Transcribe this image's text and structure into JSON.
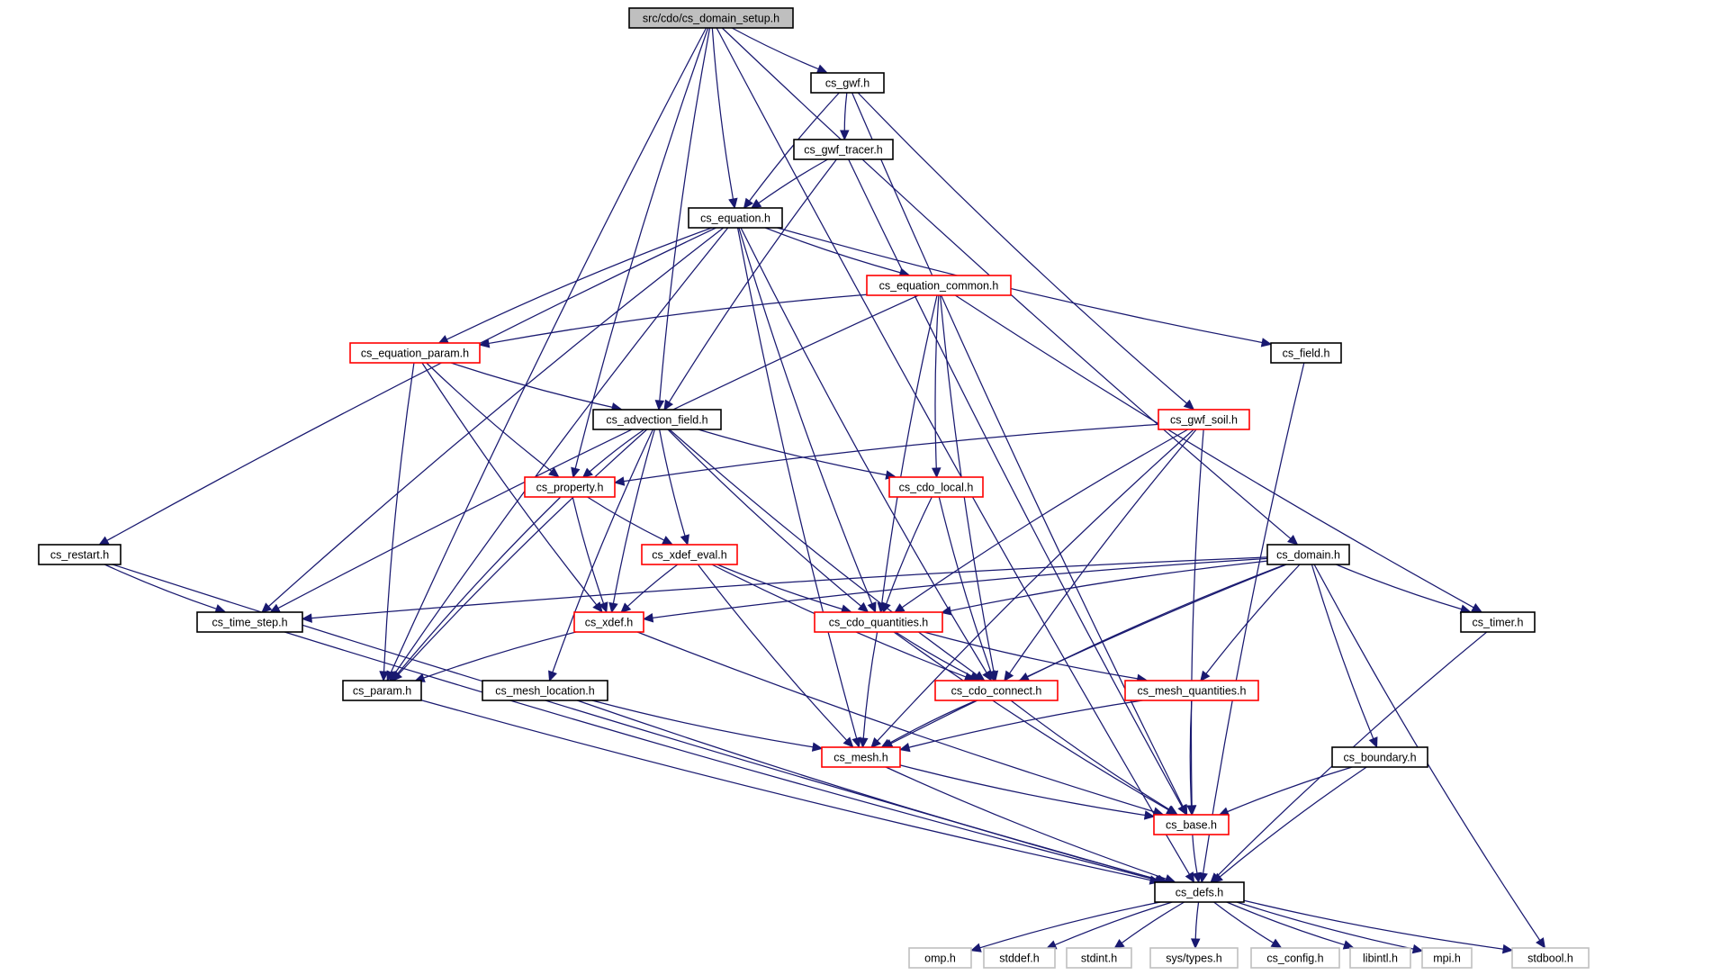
{
  "title": "src/cdo/cs_domain_setup.h",
  "colors": {
    "edge": "#191970",
    "root_fill": "#bfbfbf",
    "root_border": "#000000",
    "normal_border": "#000000",
    "truncated_border": "#ff0000",
    "external_border": "#bfbfbf",
    "background": "#ffffff"
  },
  "nodes": [
    {
      "id": "domain_setup",
      "label": "src/cdo/cs_domain_setup.h",
      "kind": "root"
    },
    {
      "id": "gwf",
      "label": "cs_gwf.h",
      "kind": "normal"
    },
    {
      "id": "gwf_tracer",
      "label": "cs_gwf_tracer.h",
      "kind": "normal"
    },
    {
      "id": "equation",
      "label": "cs_equation.h",
      "kind": "normal"
    },
    {
      "id": "equation_common",
      "label": "cs_equation_common.h",
      "kind": "truncated"
    },
    {
      "id": "equation_param",
      "label": "cs_equation_param.h",
      "kind": "truncated"
    },
    {
      "id": "field",
      "label": "cs_field.h",
      "kind": "normal"
    },
    {
      "id": "advection_field",
      "label": "cs_advection_field.h",
      "kind": "normal"
    },
    {
      "id": "gwf_soil",
      "label": "cs_gwf_soil.h",
      "kind": "truncated"
    },
    {
      "id": "property",
      "label": "cs_property.h",
      "kind": "truncated"
    },
    {
      "id": "cdo_local",
      "label": "cs_cdo_local.h",
      "kind": "truncated"
    },
    {
      "id": "restart",
      "label": "cs_restart.h",
      "kind": "normal"
    },
    {
      "id": "xdef_eval",
      "label": "cs_xdef_eval.h",
      "kind": "truncated"
    },
    {
      "id": "domain",
      "label": "cs_domain.h",
      "kind": "normal"
    },
    {
      "id": "time_step",
      "label": "cs_time_step.h",
      "kind": "normal"
    },
    {
      "id": "xdef",
      "label": "cs_xdef.h",
      "kind": "truncated"
    },
    {
      "id": "cdo_quantities",
      "label": "cs_cdo_quantities.h",
      "kind": "truncated"
    },
    {
      "id": "timer",
      "label": "cs_timer.h",
      "kind": "normal"
    },
    {
      "id": "param",
      "label": "cs_param.h",
      "kind": "normal"
    },
    {
      "id": "mesh_location",
      "label": "cs_mesh_location.h",
      "kind": "normal"
    },
    {
      "id": "cdo_connect",
      "label": "cs_cdo_connect.h",
      "kind": "truncated"
    },
    {
      "id": "mesh_quantities",
      "label": "cs_mesh_quantities.h",
      "kind": "truncated"
    },
    {
      "id": "mesh",
      "label": "cs_mesh.h",
      "kind": "truncated"
    },
    {
      "id": "boundary",
      "label": "cs_boundary.h",
      "kind": "normal"
    },
    {
      "id": "base",
      "label": "cs_base.h",
      "kind": "truncated"
    },
    {
      "id": "defs",
      "label": "cs_defs.h",
      "kind": "normal"
    },
    {
      "id": "omp",
      "label": "omp.h",
      "kind": "external"
    },
    {
      "id": "stddef",
      "label": "stddef.h",
      "kind": "external"
    },
    {
      "id": "stdint",
      "label": "stdint.h",
      "kind": "external"
    },
    {
      "id": "systypes",
      "label": "sys/types.h",
      "kind": "external"
    },
    {
      "id": "config",
      "label": "cs_config.h",
      "kind": "external"
    },
    {
      "id": "libintl",
      "label": "libintl.h",
      "kind": "external"
    },
    {
      "id": "mpi",
      "label": "mpi.h",
      "kind": "external"
    },
    {
      "id": "stdbool",
      "label": "stdbool.h",
      "kind": "external"
    }
  ],
  "edges": [
    [
      "domain_setup",
      "gwf"
    ],
    [
      "domain_setup",
      "equation"
    ],
    [
      "domain_setup",
      "domain"
    ],
    [
      "domain_setup",
      "defs"
    ],
    [
      "domain_setup",
      "param"
    ],
    [
      "domain_setup",
      "property"
    ],
    [
      "domain_setup",
      "advection_field"
    ],
    [
      "gwf",
      "gwf_tracer"
    ],
    [
      "gwf",
      "equation"
    ],
    [
      "gwf",
      "gwf_soil"
    ],
    [
      "gwf",
      "base"
    ],
    [
      "gwf_tracer",
      "equation"
    ],
    [
      "gwf_tracer",
      "advection_field"
    ],
    [
      "gwf_tracer",
      "base"
    ],
    [
      "equation",
      "equation_common"
    ],
    [
      "equation",
      "equation_param"
    ],
    [
      "equation",
      "field"
    ],
    [
      "equation",
      "restart"
    ],
    [
      "equation",
      "time_step"
    ],
    [
      "equation",
      "param"
    ],
    [
      "equation",
      "mesh"
    ],
    [
      "equation",
      "cdo_quantities"
    ],
    [
      "equation",
      "cdo_connect"
    ],
    [
      "equation_common",
      "equation_param"
    ],
    [
      "equation_common",
      "cdo_local"
    ],
    [
      "equation_common",
      "cdo_quantities"
    ],
    [
      "equation_common",
      "cdo_connect"
    ],
    [
      "equation_common",
      "timer"
    ],
    [
      "equation_common",
      "time_step"
    ],
    [
      "equation_param",
      "advection_field"
    ],
    [
      "equation_param",
      "property"
    ],
    [
      "equation_param",
      "xdef"
    ],
    [
      "equation_param",
      "param"
    ],
    [
      "field",
      "defs"
    ],
    [
      "advection_field",
      "property"
    ],
    [
      "advection_field",
      "cdo_local"
    ],
    [
      "advection_field",
      "xdef_eval"
    ],
    [
      "advection_field",
      "xdef"
    ],
    [
      "advection_field",
      "cdo_quantities"
    ],
    [
      "advection_field",
      "cdo_connect"
    ],
    [
      "advection_field",
      "mesh_location"
    ],
    [
      "advection_field",
      "param"
    ],
    [
      "gwf_soil",
      "property"
    ],
    [
      "gwf_soil",
      "cdo_quantities"
    ],
    [
      "gwf_soil",
      "cdo_connect"
    ],
    [
      "gwf_soil",
      "mesh"
    ],
    [
      "gwf_soil",
      "base"
    ],
    [
      "property",
      "xdef_eval"
    ],
    [
      "property",
      "xdef"
    ],
    [
      "property",
      "param"
    ],
    [
      "cdo_local",
      "cdo_quantities"
    ],
    [
      "cdo_local",
      "cdo_connect"
    ],
    [
      "restart",
      "time_step"
    ],
    [
      "restart",
      "defs"
    ],
    [
      "xdef_eval",
      "xdef"
    ],
    [
      "xdef_eval",
      "cdo_quantities"
    ],
    [
      "xdef_eval",
      "cdo_connect"
    ],
    [
      "xdef_eval",
      "mesh"
    ],
    [
      "domain",
      "time_step"
    ],
    [
      "domain",
      "xdef"
    ],
    [
      "domain",
      "cdo_quantities"
    ],
    [
      "domain",
      "cdo_connect"
    ],
    [
      "domain",
      "mesh_quantities"
    ],
    [
      "domain",
      "mesh"
    ],
    [
      "domain",
      "timer"
    ],
    [
      "domain",
      "boundary"
    ],
    [
      "domain",
      "stdbool"
    ],
    [
      "time_step",
      "defs"
    ],
    [
      "xdef",
      "param"
    ],
    [
      "xdef",
      "base"
    ],
    [
      "cdo_quantities",
      "cdo_connect"
    ],
    [
      "cdo_quantities",
      "mesh_quantities"
    ],
    [
      "cdo_quantities",
      "mesh"
    ],
    [
      "cdo_quantities",
      "base"
    ],
    [
      "timer",
      "defs"
    ],
    [
      "param",
      "defs"
    ],
    [
      "mesh_location",
      "mesh"
    ],
    [
      "mesh_location",
      "defs"
    ],
    [
      "cdo_connect",
      "mesh"
    ],
    [
      "cdo_connect",
      "base"
    ],
    [
      "mesh_quantities",
      "mesh"
    ],
    [
      "mesh_quantities",
      "base"
    ],
    [
      "mesh",
      "base"
    ],
    [
      "mesh",
      "defs"
    ],
    [
      "boundary",
      "base"
    ],
    [
      "boundary",
      "defs"
    ],
    [
      "base",
      "defs"
    ],
    [
      "defs",
      "omp"
    ],
    [
      "defs",
      "stddef"
    ],
    [
      "defs",
      "stdint"
    ],
    [
      "defs",
      "systypes"
    ],
    [
      "defs",
      "config"
    ],
    [
      "defs",
      "libintl"
    ],
    [
      "defs",
      "mpi"
    ],
    [
      "defs",
      "stdbool"
    ]
  ]
}
